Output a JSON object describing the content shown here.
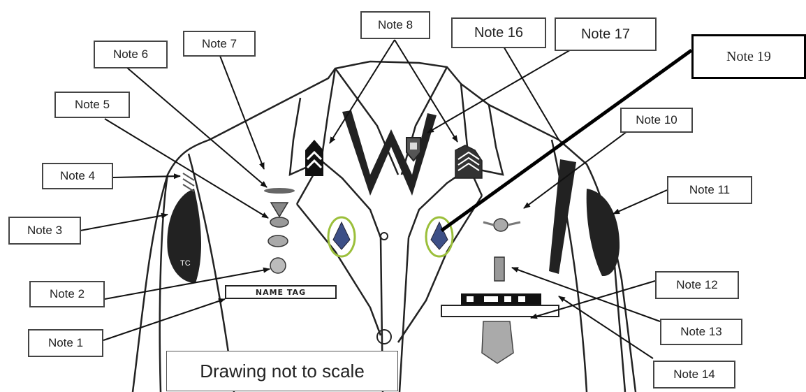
{
  "notes": {
    "n1": "Note 1",
    "n2": "Note 2",
    "n3": "Note 3",
    "n4": "Note 4",
    "n5": "Note 5",
    "n6": "Note 6",
    "n7": "Note 7",
    "n8": "Note 8",
    "n10": "Note 10",
    "n11": "Note 11",
    "n12": "Note 12",
    "n13": "Note 13",
    "n14": "Note 14",
    "n16": "Note 16",
    "n17": "Note 17",
    "n19": "Note 19"
  },
  "name_tag": "NAME TAG",
  "caption": "Drawing not to scale",
  "patch_text": {
    "left": "TC"
  },
  "colors": {
    "outline": "#222222",
    "highlight_ring": "#9bbf3a",
    "badge_fill": "#3d4f86"
  }
}
